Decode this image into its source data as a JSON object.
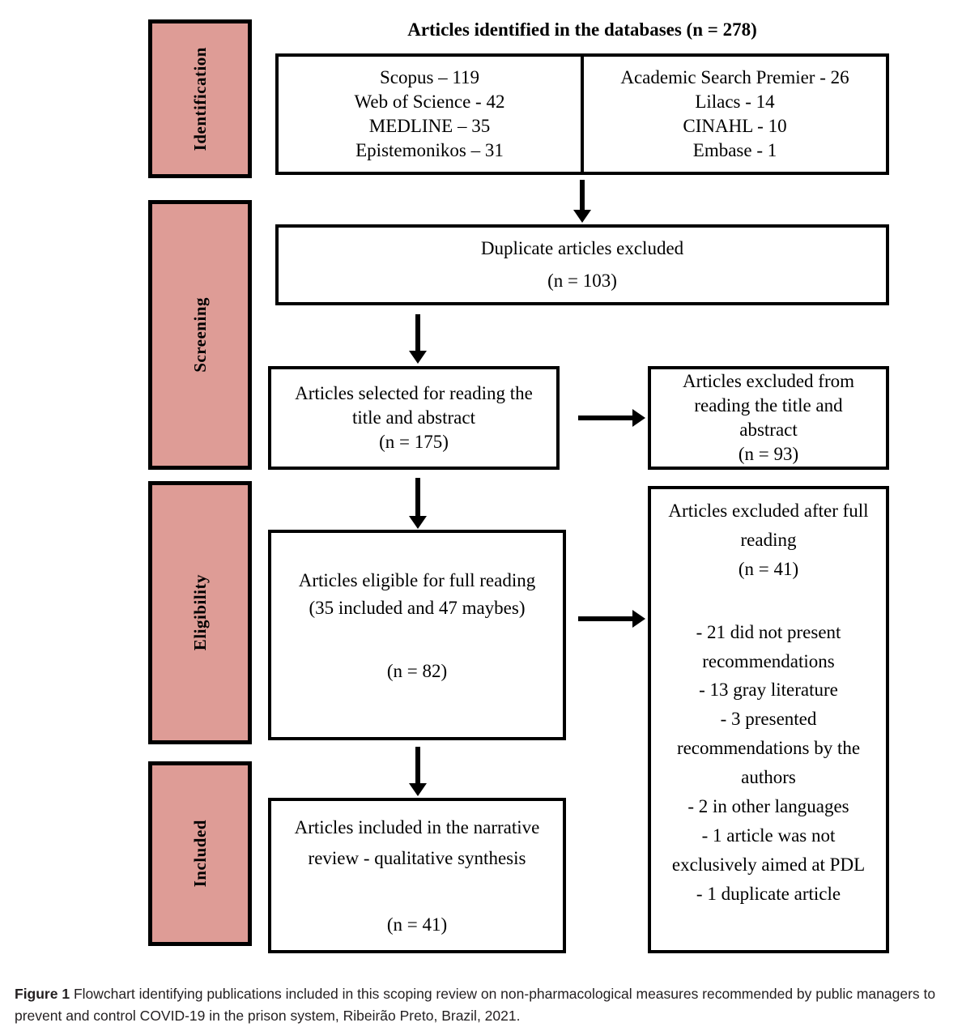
{
  "figure": {
    "type": "prisma-flowchart",
    "caption_label": "Figure 1",
    "caption_text": " Flowchart identifying publications included in this scoping review on non-pharmacological measures recommended by public managers to prevent and control COVID-19 in the prison system, Ribeirão Preto, Brazil, 2021.",
    "accent_color": "#DE9C96",
    "line_color": "#000000"
  },
  "stages": [
    {
      "label": "Identification"
    },
    {
      "label": "Screening"
    },
    {
      "label": "Eligibility"
    },
    {
      "label": "Included"
    }
  ],
  "identification": {
    "title": "Articles identified in the databases (n = 278)",
    "databases_left": [
      "Scopus – 119",
      "Web of Science - 42",
      "MEDLINE – 35",
      "Epistemonikos – 31"
    ],
    "databases_right": [
      "Academic Search Premier - 26",
      "Lilacs - 14",
      "CINAHL - 10",
      "Embase - 1"
    ]
  },
  "duplicates_box": {
    "line1": "Duplicate articles excluded",
    "line2": "(n = 103)"
  },
  "selected_box": {
    "line1": "Articles selected for reading the",
    "line2": "title and abstract",
    "line3": "(n = 175)"
  },
  "excluded_title_abstract_box": {
    "line1": "Articles excluded from",
    "line2": "reading the title and",
    "line3": "abstract",
    "line4": "(n = 93)"
  },
  "eligible_box": {
    "line1": "Articles eligible for full reading",
    "line2": "(35 included and 47 maybes)",
    "line3": "(n = 82)"
  },
  "excluded_full_reading_box": {
    "line1": "Articles excluded after full",
    "line2": "reading",
    "line3": "(n = 41)",
    "reasons": [
      "- 21 did not present",
      "recommendations",
      "- 13 gray literature",
      "- 3 presented",
      "recommendations by the",
      "authors",
      "- 2 in other languages",
      "- 1 article was not",
      "exclusively aimed at PDL",
      "- 1 duplicate article"
    ]
  },
  "included_box": {
    "line1": "Articles included in the narrative",
    "line2": "review - qualitative synthesis",
    "line3": "(n = 41)"
  },
  "chart_data": {
    "type": "diagram",
    "title": "PRISMA scoping review flowchart",
    "nodes": [
      {
        "id": "identified",
        "label": "Articles identified in the databases",
        "n": 278
      },
      {
        "id": "scopus",
        "label": "Scopus",
        "n": 119
      },
      {
        "id": "wos",
        "label": "Web of Science",
        "n": 42
      },
      {
        "id": "medline",
        "label": "MEDLINE",
        "n": 35
      },
      {
        "id": "epistemonikos",
        "label": "Epistemonikos",
        "n": 31
      },
      {
        "id": "asp",
        "label": "Academic Search Premier",
        "n": 26
      },
      {
        "id": "lilacs",
        "label": "Lilacs",
        "n": 14
      },
      {
        "id": "cinahl",
        "label": "CINAHL",
        "n": 10
      },
      {
        "id": "embase",
        "label": "Embase",
        "n": 1
      },
      {
        "id": "duplicates",
        "label": "Duplicate articles excluded",
        "n": 103
      },
      {
        "id": "screened",
        "label": "Articles selected for reading the title and abstract",
        "n": 175
      },
      {
        "id": "excluded_ta",
        "label": "Articles excluded from reading the title and abstract",
        "n": 93
      },
      {
        "id": "eligible",
        "label": "Articles eligible for full reading",
        "n": 82
      },
      {
        "id": "excluded_full",
        "label": "Articles excluded after full reading",
        "n": 41
      },
      {
        "id": "included",
        "label": "Articles included in the narrative review - qualitative synthesis",
        "n": 41
      }
    ],
    "exclusion_reasons": [
      {
        "reason": "did not present recommendations",
        "n": 21
      },
      {
        "reason": "gray literature",
        "n": 13
      },
      {
        "reason": "presented recommendations by the authors",
        "n": 3
      },
      {
        "reason": "in other languages",
        "n": 2
      },
      {
        "reason": "article was not exclusively aimed at PDL",
        "n": 1
      },
      {
        "reason": "duplicate article",
        "n": 1
      }
    ],
    "edges": [
      {
        "from": "identified",
        "to": "duplicates"
      },
      {
        "from": "duplicates",
        "to": "screened"
      },
      {
        "from": "screened",
        "to": "excluded_ta"
      },
      {
        "from": "screened",
        "to": "eligible"
      },
      {
        "from": "eligible",
        "to": "excluded_full"
      },
      {
        "from": "eligible",
        "to": "included"
      }
    ]
  }
}
